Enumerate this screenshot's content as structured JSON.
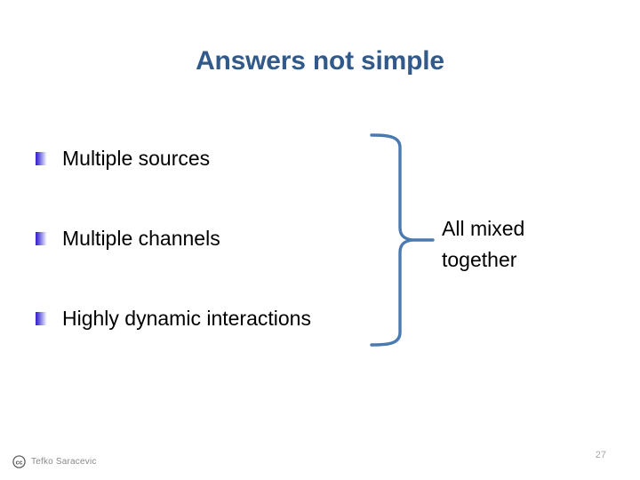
{
  "slide": {
    "title": "Answers not simple",
    "page_number": "27",
    "title_color": "#31598A",
    "brace_color": "#4A7AB0",
    "body_text_color": "#000000",
    "background_color": "#FFFFFF"
  },
  "bullets": [
    {
      "label": "Multiple sources",
      "marker_icon": "gradient-square-bullet-icon"
    },
    {
      "label": "Multiple channels",
      "marker_icon": "gradient-square-bullet-icon"
    },
    {
      "label": "Highly dynamic interactions",
      "marker_icon": "gradient-square-bullet-icon"
    }
  ],
  "callout": {
    "line1": "All mixed",
    "line2": "together",
    "brace_icon": "right-curly-brace-icon"
  },
  "footer": {
    "license_icon": "creative-commons-icon",
    "author": "Tefko Saracevic"
  }
}
